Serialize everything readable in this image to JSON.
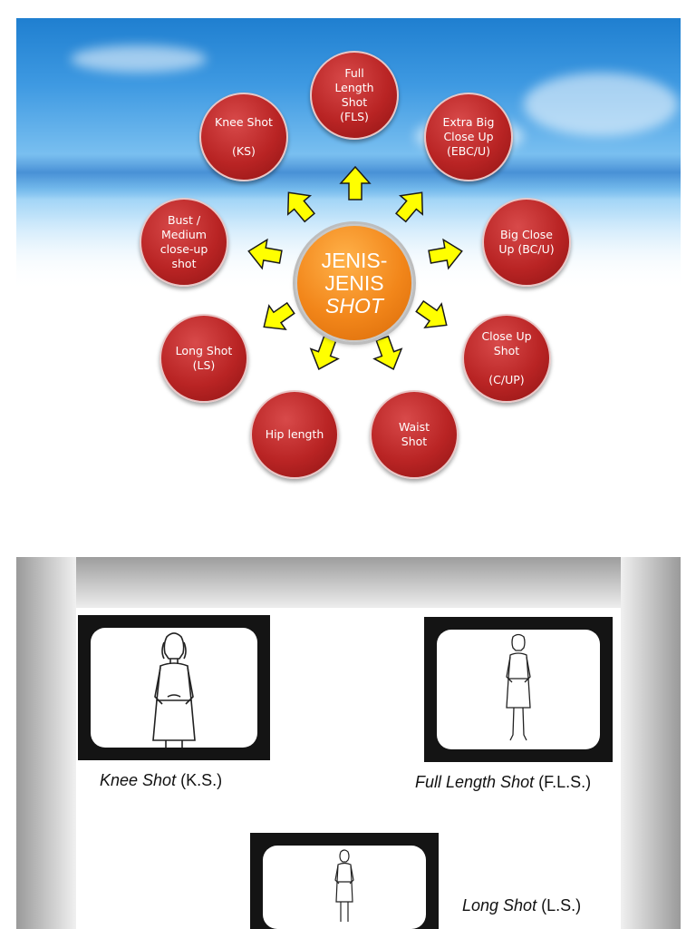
{
  "diagram": {
    "center": {
      "line1": "JENIS-",
      "line2": "JENIS",
      "line3": "SHOT"
    },
    "bubbles": [
      {
        "text": "Full\nLength\nShot\n(FLS)"
      },
      {
        "text": "Extra Big\nClose Up\n(EBC/U)"
      },
      {
        "text": "Big Close\nUp (BC/U)"
      },
      {
        "text": "Close Up\nShot\n\n(C/UP)"
      },
      {
        "text": "Waist\nShot"
      },
      {
        "text": "Hip length"
      },
      {
        "text": "Long Shot\n(LS)"
      },
      {
        "text": "Bust /\nMedium\nclose-up\nshot"
      },
      {
        "text": "Knee Shot\n\n(KS)"
      }
    ],
    "colors": {
      "bubble": "#b92424",
      "center": "#f2861a",
      "arrow": "#ffff00",
      "arrow_stroke": "#1a1a1a"
    }
  },
  "examples": [
    {
      "title": "Knee Shot",
      "abbr": " (K.S.)"
    },
    {
      "title": "Full Length Shot",
      "abbr": " (F.L.S.)"
    },
    {
      "title": "Long Shot",
      "abbr": " (L.S.)"
    }
  ]
}
